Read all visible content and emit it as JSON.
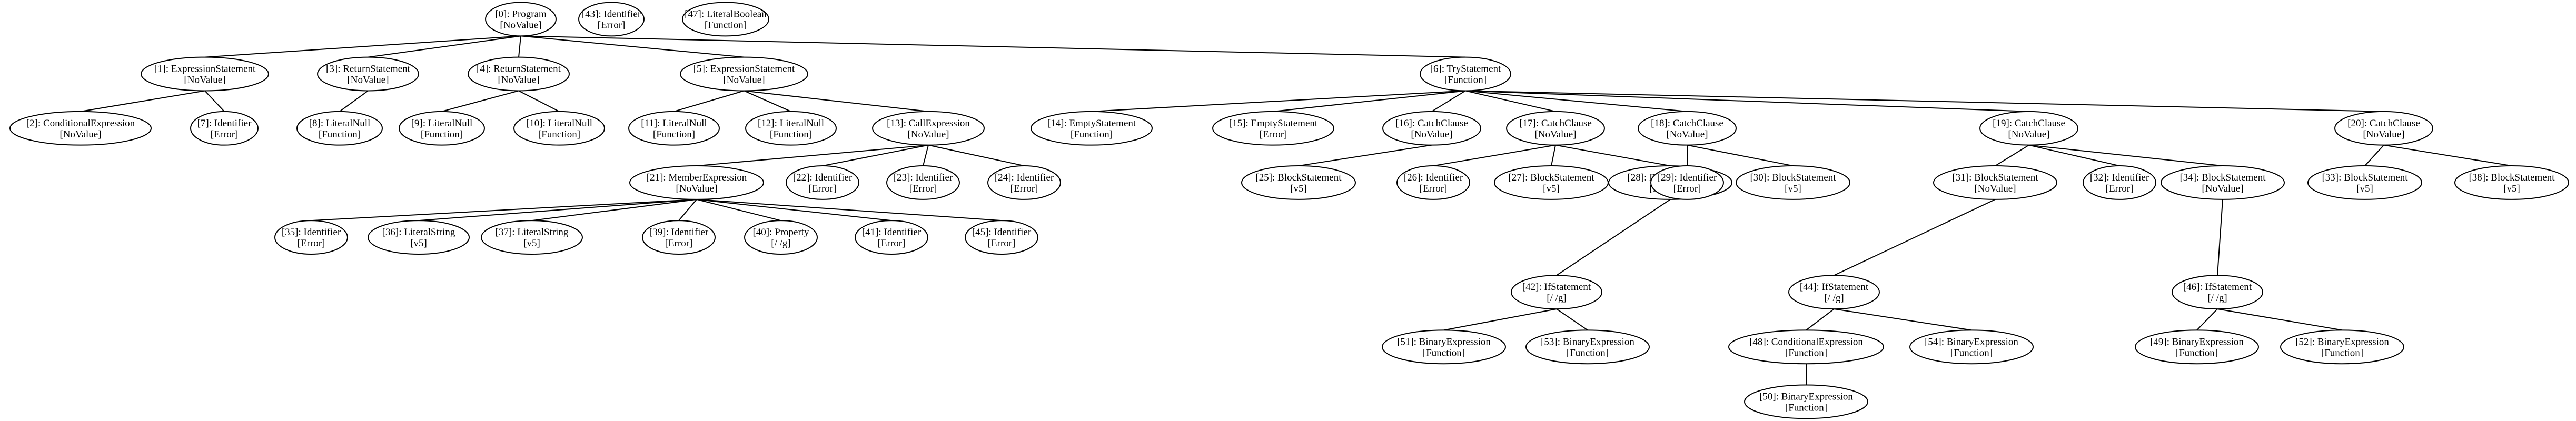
{
  "nodes": [
    {
      "id": 0,
      "label": "[0]: Program",
      "value": "[NoValue]"
    },
    {
      "id": 43,
      "label": "[43]: Identifier",
      "value": "[Error]"
    },
    {
      "id": 47,
      "label": "[47]: LiteralBoolean",
      "value": "[Function]"
    },
    {
      "id": 1,
      "label": "[1]: ExpressionStatement",
      "value": "[NoValue]"
    },
    {
      "id": 3,
      "label": "[3]: ReturnStatement",
      "value": "[NoValue]"
    },
    {
      "id": 4,
      "label": "[4]: ReturnStatement",
      "value": "[NoValue]"
    },
    {
      "id": 5,
      "label": "[5]: ExpressionStatement",
      "value": "[NoValue]"
    },
    {
      "id": 6,
      "label": "[6]: TryStatement",
      "value": "[Function]"
    },
    {
      "id": 2,
      "label": "[2]: ConditionalExpression",
      "value": "[NoValue]"
    },
    {
      "id": 7,
      "label": "[7]: Identifier",
      "value": "[Error]"
    },
    {
      "id": 8,
      "label": "[8]: LiteralNull",
      "value": "[Function]"
    },
    {
      "id": 9,
      "label": "[9]: LiteralNull",
      "value": "[Function]"
    },
    {
      "id": 10,
      "label": "[10]: LiteralNull",
      "value": "[Function]"
    },
    {
      "id": 11,
      "label": "[11]: LiteralNull",
      "value": "[Function]"
    },
    {
      "id": 12,
      "label": "[12]: LiteralNull",
      "value": "[Function]"
    },
    {
      "id": 13,
      "label": "[13]: CallExpression",
      "value": "[NoValue]"
    },
    {
      "id": 14,
      "label": "[14]: EmptyStatement",
      "value": "[Function]"
    },
    {
      "id": 15,
      "label": "[15]: EmptyStatement",
      "value": "[Error]"
    },
    {
      "id": 16,
      "label": "[16]: CatchClause",
      "value": "[NoValue]"
    },
    {
      "id": 17,
      "label": "[17]: CatchClause",
      "value": "[NoValue]"
    },
    {
      "id": 18,
      "label": "[18]: CatchClause",
      "value": "[NoValue]"
    },
    {
      "id": 19,
      "label": "[19]: CatchClause",
      "value": "[NoValue]"
    },
    {
      "id": 20,
      "label": "[20]: CatchClause",
      "value": "[NoValue]"
    },
    {
      "id": 21,
      "label": "[21]: MemberExpression",
      "value": "[NoValue]"
    },
    {
      "id": 22,
      "label": "[22]: Identifier",
      "value": "[Error]"
    },
    {
      "id": 23,
      "label": "[23]: Identifier",
      "value": "[Error]"
    },
    {
      "id": 24,
      "label": "[24]: Identifier",
      "value": "[Error]"
    },
    {
      "id": 25,
      "label": "[25]: BlockStatement",
      "value": "[v5]"
    },
    {
      "id": 26,
      "label": "[26]: Identifier",
      "value": "[Error]"
    },
    {
      "id": 27,
      "label": "[27]: BlockStatement",
      "value": "[v5]"
    },
    {
      "id": 28,
      "label": "[28]: BlockStatement",
      "value": "[NoValue]"
    },
    {
      "id": 29,
      "label": "[29]: Identifier",
      "value": "[Error]"
    },
    {
      "id": 30,
      "label": "[30]: BlockStatement",
      "value": "[v5]"
    },
    {
      "id": 31,
      "label": "[31]: BlockStatement",
      "value": "[NoValue]"
    },
    {
      "id": 32,
      "label": "[32]: Identifier",
      "value": "[Error]"
    },
    {
      "id": 34,
      "label": "[34]: BlockStatement",
      "value": "[NoValue]"
    },
    {
      "id": 33,
      "label": "[33]: BlockStatement",
      "value": "[v5]"
    },
    {
      "id": 38,
      "label": "[38]: BlockStatement",
      "value": "[v5]"
    },
    {
      "id": 35,
      "label": "[35]: Identifier",
      "value": "[Error]"
    },
    {
      "id": 36,
      "label": "[36]: LiteralString",
      "value": "[v5]"
    },
    {
      "id": 37,
      "label": "[37]: LiteralString",
      "value": "[v5]"
    },
    {
      "id": 39,
      "label": "[39]: Identifier",
      "value": "[Error]"
    },
    {
      "id": 40,
      "label": "[40]: Property",
      "value": "[/ /g]"
    },
    {
      "id": 41,
      "label": "[41]: Identifier",
      "value": "[Error]"
    },
    {
      "id": 45,
      "label": "[45]: Identifier",
      "value": "[Error]"
    },
    {
      "id": 42,
      "label": "[42]: IfStatement",
      "value": "[/ /g]"
    },
    {
      "id": 44,
      "label": "[44]: IfStatement",
      "value": "[/ /g]"
    },
    {
      "id": 46,
      "label": "[46]: IfStatement",
      "value": "[/ /g]"
    },
    {
      "id": 51,
      "label": "[51]: BinaryExpression",
      "value": "[Function]"
    },
    {
      "id": 53,
      "label": "[53]: BinaryExpression",
      "value": "[Function]"
    },
    {
      "id": 48,
      "label": "[48]: ConditionalExpression",
      "value": "[Function]"
    },
    {
      "id": 54,
      "label": "[54]: BinaryExpression",
      "value": "[Function]"
    },
    {
      "id": 49,
      "label": "[49]: BinaryExpression",
      "value": "[Function]"
    },
    {
      "id": 52,
      "label": "[52]: BinaryExpression",
      "value": "[Function]"
    },
    {
      "id": 50,
      "label": "[50]: BinaryExpression",
      "value": "[Function]"
    }
  ],
  "edges": [
    [
      0,
      1
    ],
    [
      0,
      3
    ],
    [
      0,
      4
    ],
    [
      0,
      5
    ],
    [
      0,
      6
    ],
    [
      1,
      2
    ],
    [
      1,
      7
    ],
    [
      3,
      8
    ],
    [
      4,
      9
    ],
    [
      4,
      10
    ],
    [
      5,
      11
    ],
    [
      5,
      12
    ],
    [
      5,
      13
    ],
    [
      13,
      21
    ],
    [
      13,
      22
    ],
    [
      13,
      23
    ],
    [
      13,
      24
    ],
    [
      21,
      35
    ],
    [
      21,
      36
    ],
    [
      21,
      37
    ],
    [
      21,
      39
    ],
    [
      21,
      40
    ],
    [
      21,
      41
    ],
    [
      21,
      45
    ],
    [
      6,
      14
    ],
    [
      6,
      15
    ],
    [
      6,
      16
    ],
    [
      6,
      17
    ],
    [
      6,
      18
    ],
    [
      6,
      19
    ],
    [
      6,
      20
    ],
    [
      16,
      25
    ],
    [
      17,
      26
    ],
    [
      17,
      27
    ],
    [
      17,
      28
    ],
    [
      28,
      42
    ],
    [
      42,
      51
    ],
    [
      42,
      53
    ],
    [
      18,
      29
    ],
    [
      18,
      30
    ],
    [
      19,
      31
    ],
    [
      19,
      32
    ],
    [
      19,
      34
    ],
    [
      31,
      44
    ],
    [
      44,
      48
    ],
    [
      44,
      54
    ],
    [
      48,
      50
    ],
    [
      34,
      46
    ],
    [
      46,
      49
    ],
    [
      46,
      52
    ],
    [
      20,
      33
    ],
    [
      20,
      38
    ]
  ]
}
